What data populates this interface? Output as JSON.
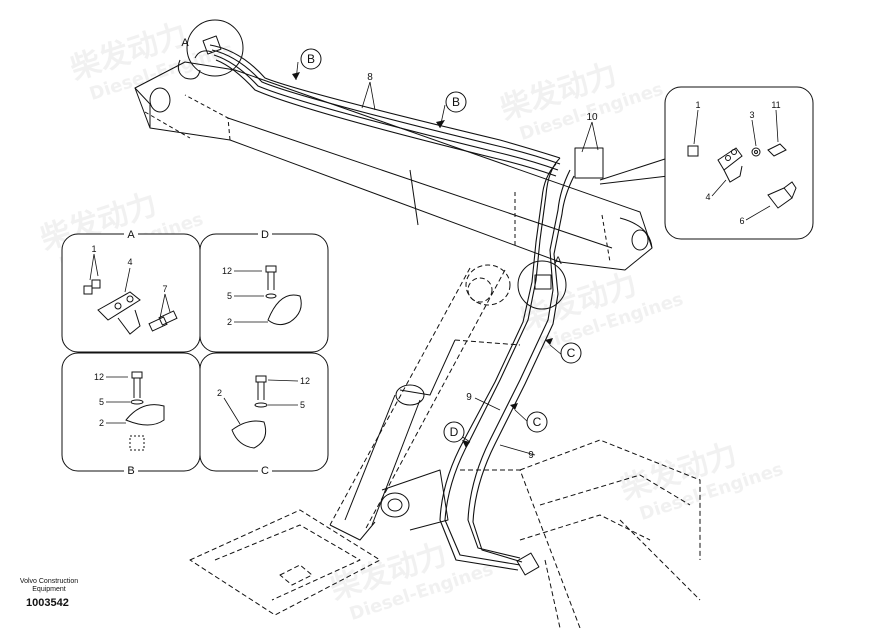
{
  "watermark": {
    "cn": "柴发动力",
    "en": "Diesel-Engines"
  },
  "footer": {
    "line1": "Volvo Construction",
    "line2": "Equipment",
    "doc_number": "1003542"
  },
  "callouts": {
    "A": "A",
    "B": "B",
    "C": "C",
    "D": "D",
    "n1": "1",
    "n2": "2",
    "n3": "3",
    "n4": "4",
    "n5": "5",
    "n6": "6",
    "n7": "7",
    "n8": "8",
    "n9": "9",
    "n10": "10",
    "n11": "11",
    "n12": "12"
  },
  "detail_boxes": {
    "A": {
      "title": "A",
      "labels": [
        "1",
        "4",
        "7"
      ]
    },
    "D": {
      "title": "D",
      "labels": [
        "12",
        "5",
        "2"
      ]
    },
    "B": {
      "title": "B",
      "labels": [
        "12",
        "5",
        "2"
      ]
    },
    "C": {
      "title": "C",
      "labels": [
        "2",
        "12",
        "5"
      ]
    },
    "right": {
      "labels": [
        "1",
        "3",
        "11",
        "4",
        "6"
      ]
    }
  }
}
